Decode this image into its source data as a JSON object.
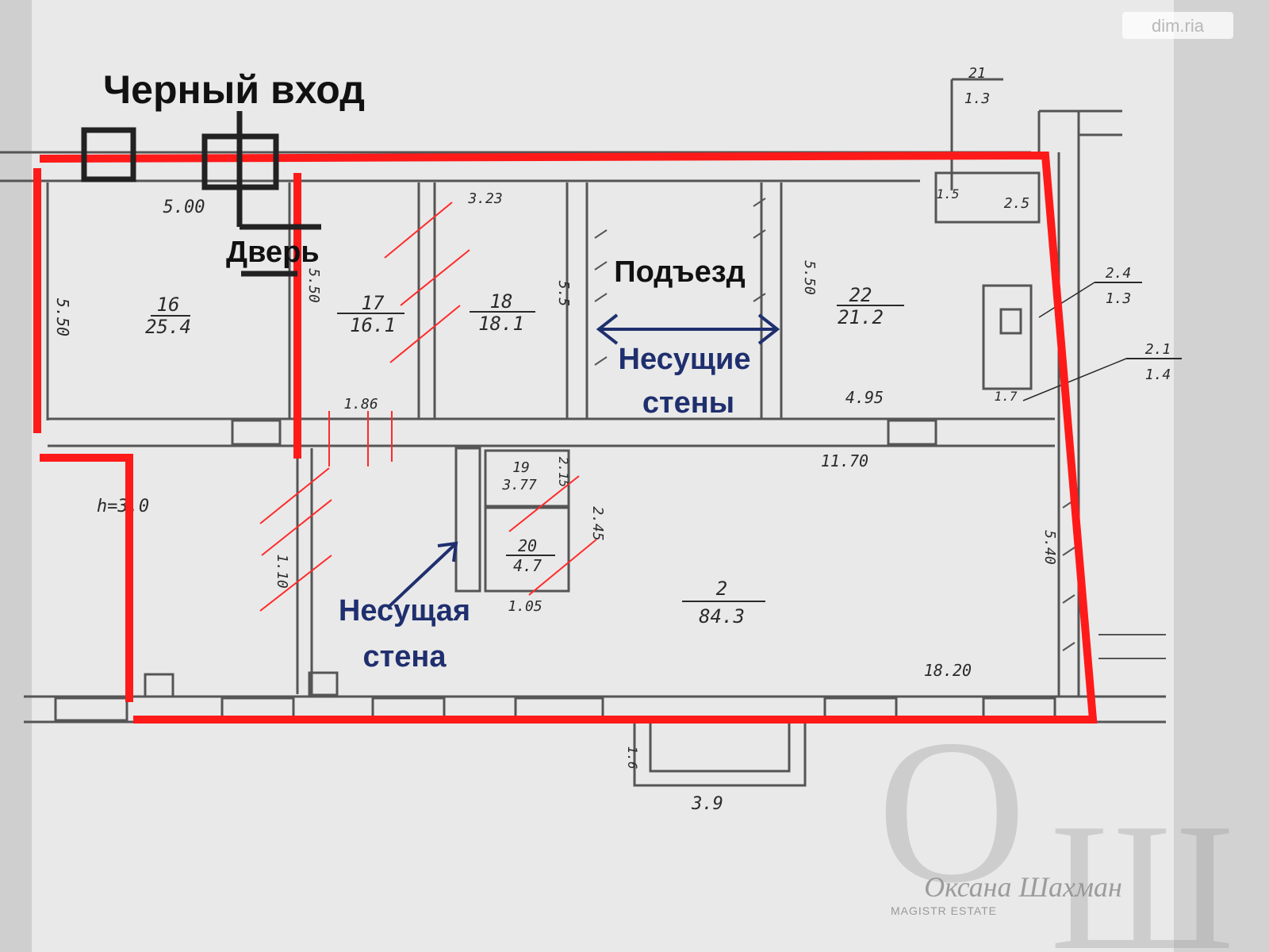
{
  "annotations": {
    "back_entrance": "Черный вход",
    "door": "Дверь",
    "entrance": "Подъезд",
    "load_bearing_walls_1": "Несущие",
    "load_bearing_walls_2": "стены",
    "load_bearing_wall_1": "Несущая",
    "load_bearing_wall_2": "стена"
  },
  "rooms": [
    {
      "number": "16",
      "area": "25.4"
    },
    {
      "number": "17",
      "area": "16.1"
    },
    {
      "number": "18",
      "area": "18.1"
    },
    {
      "number": "22",
      "area": "21.2"
    },
    {
      "number": "19",
      "area": "3.77"
    },
    {
      "number": "20",
      "area": "4.7"
    },
    {
      "number": "2",
      "area": "84.3"
    },
    {
      "number": "21",
      "area": "1.3"
    },
    {
      "number": "2.4",
      "area": "1.3"
    },
    {
      "number": "2.1",
      "area": "1.4"
    }
  ],
  "dimensions": [
    "5.00",
    "5.50",
    "5.50",
    "3.23",
    "5.5",
    "5.50",
    "4.95",
    "2.5",
    "11.70",
    "5.40",
    "18.20",
    "3.9",
    "1.86",
    "1.05",
    "2.45",
    "h=3.0",
    "1.10",
    "1.6",
    "2.15",
    "1.7",
    "1.5"
  ],
  "watermark": {
    "site": "dim.ria",
    "name": "Оксана Шахман",
    "company": "MAGISTR ESTATE"
  },
  "colors": {
    "outline": "#ff1a1a",
    "arrow": "#1f2f6e",
    "paper": "#e8e8e8"
  }
}
